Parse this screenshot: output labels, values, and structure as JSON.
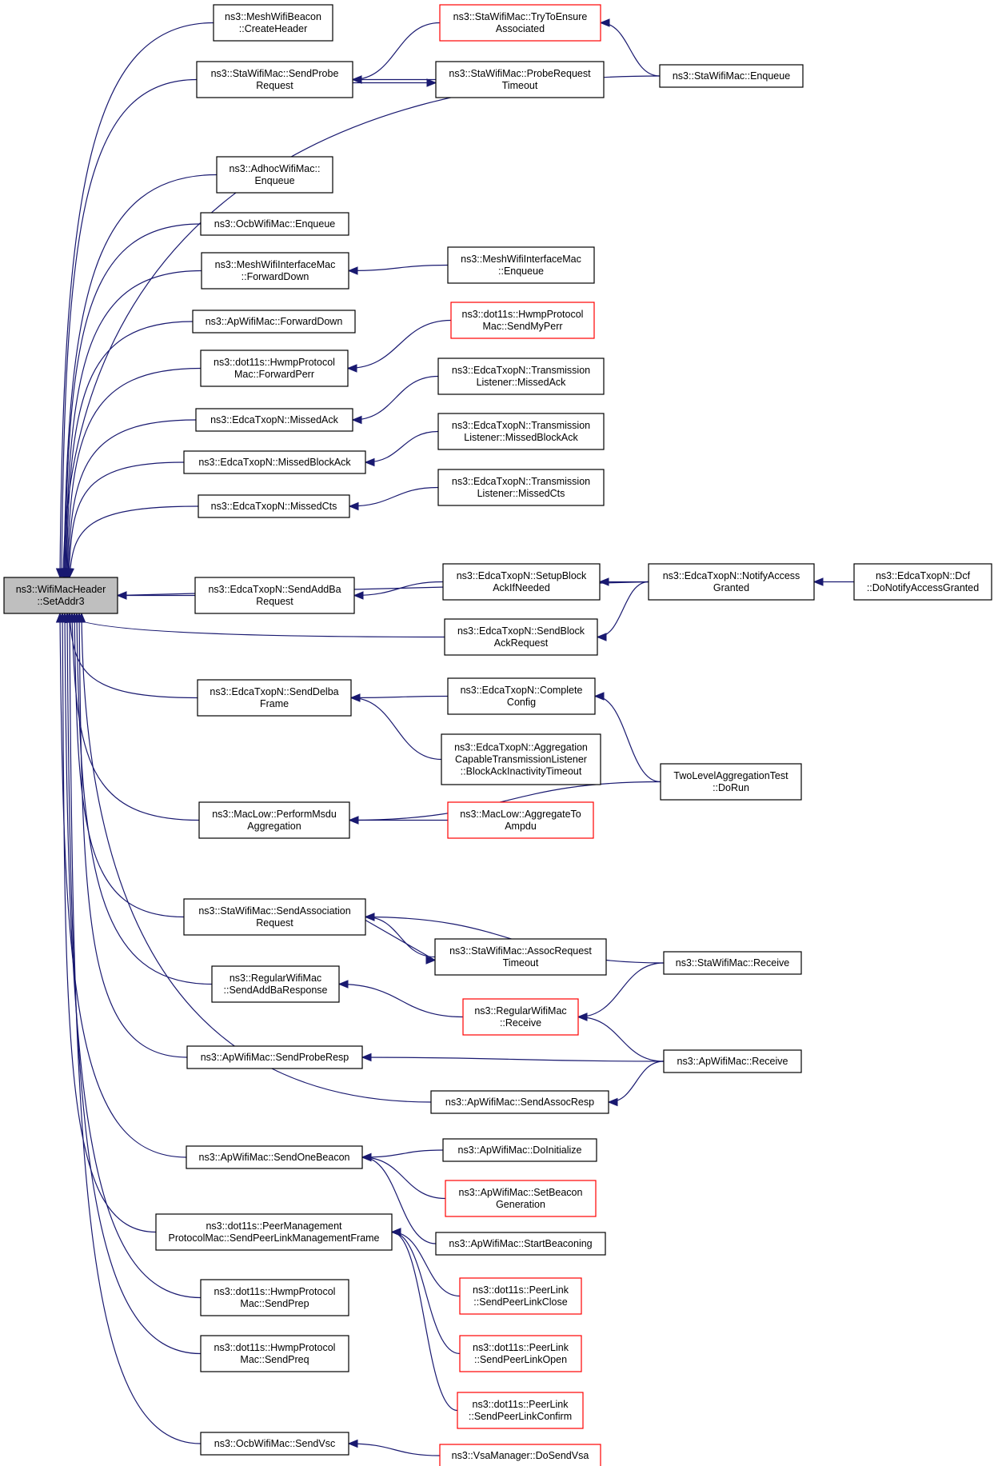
{
  "colors": {
    "edge": "#191970",
    "node_border": "#000000",
    "truncated_border": "#ff0000",
    "root_fill": "#bfbfbf"
  },
  "nodes": {
    "root": {
      "lines": [
        "ns3::WifiMacHeader",
        "::SetAddr3"
      ],
      "style": "root"
    },
    "meshbeacon": {
      "lines": [
        "ns3::MeshWifiBeacon",
        "::CreateHeader"
      ],
      "style": "normal"
    },
    "sendprobe": {
      "lines": [
        "ns3::StaWifiMac::SendProbe",
        "Request"
      ],
      "style": "normal"
    },
    "trytoensure": {
      "lines": [
        "ns3::StaWifiMac::TryToEnsure",
        "Associated"
      ],
      "style": "red"
    },
    "probetimeout": {
      "lines": [
        "ns3::StaWifiMac::ProbeRequest",
        "Timeout"
      ],
      "style": "normal"
    },
    "staenqueue": {
      "lines": [
        "ns3::StaWifiMac::Enqueue"
      ],
      "style": "normal"
    },
    "adhocenqueue": {
      "lines": [
        "ns3::AdhocWifiMac::",
        "Enqueue"
      ],
      "style": "normal"
    },
    "ocbenqueue": {
      "lines": [
        "ns3::OcbWifiMac::Enqueue"
      ],
      "style": "normal"
    },
    "meshfwd": {
      "lines": [
        "ns3::MeshWifiInterfaceMac",
        "::ForwardDown"
      ],
      "style": "normal"
    },
    "meshenqueue": {
      "lines": [
        "ns3::MeshWifiInterfaceMac",
        "::Enqueue"
      ],
      "style": "normal"
    },
    "apfwd": {
      "lines": [
        "ns3::ApWifiMac::ForwardDown"
      ],
      "style": "normal"
    },
    "fwdperr": {
      "lines": [
        "ns3::dot11s::HwmpProtocol",
        "Mac::ForwardPerr"
      ],
      "style": "normal"
    },
    "sendmyperr": {
      "lines": [
        "ns3::dot11s::HwmpProtocol",
        "Mac::SendMyPerr"
      ],
      "style": "red"
    },
    "missedack": {
      "lines": [
        "ns3::EdcaTxopN::MissedAck"
      ],
      "style": "normal"
    },
    "tlmissedack": {
      "lines": [
        "ns3::EdcaTxopN::Transmission",
        "Listener::MissedAck"
      ],
      "style": "normal"
    },
    "missedblockack": {
      "lines": [
        "ns3::EdcaTxopN::MissedBlockAck"
      ],
      "style": "normal"
    },
    "tlmissedblockack": {
      "lines": [
        "ns3::EdcaTxopN::Transmission",
        "Listener::MissedBlockAck"
      ],
      "style": "normal"
    },
    "missedcts": {
      "lines": [
        "ns3::EdcaTxopN::MissedCts"
      ],
      "style": "normal"
    },
    "tlmissedcts": {
      "lines": [
        "ns3::EdcaTxopN::Transmission",
        "Listener::MissedCts"
      ],
      "style": "normal"
    },
    "sendaddba": {
      "lines": [
        "ns3::EdcaTxopN::SendAddBa",
        "Request"
      ],
      "style": "normal"
    },
    "setupblockack": {
      "lines": [
        "ns3::EdcaTxopN::SetupBlock",
        "AckIfNeeded"
      ],
      "style": "normal"
    },
    "notifyaccess": {
      "lines": [
        "ns3::EdcaTxopN::NotifyAccess",
        "Granted"
      ],
      "style": "normal"
    },
    "dcfnotify": {
      "lines": [
        "ns3::EdcaTxopN::Dcf",
        "::DoNotifyAccessGranted"
      ],
      "style": "normal"
    },
    "sendblockackreq": {
      "lines": [
        "ns3::EdcaTxopN::SendBlock",
        "AckRequest"
      ],
      "style": "normal"
    },
    "senddelba": {
      "lines": [
        "ns3::EdcaTxopN::SendDelba",
        "Frame"
      ],
      "style": "normal"
    },
    "completeconfig": {
      "lines": [
        "ns3::EdcaTxopN::Complete",
        "Config"
      ],
      "style": "normal"
    },
    "aggcapable": {
      "lines": [
        "ns3::EdcaTxopN::Aggregation",
        "CapableTransmissionListener",
        "::BlockAckInactivityTimeout"
      ],
      "style": "normal"
    },
    "twolevel": {
      "lines": [
        "TwoLevelAggregationTest",
        "::DoRun"
      ],
      "style": "normal"
    },
    "performmsdu": {
      "lines": [
        "ns3::MacLow::PerformMsdu",
        "Aggregation"
      ],
      "style": "normal"
    },
    "aggregatetoampdu": {
      "lines": [
        "ns3::MacLow::AggregateTo",
        "Ampdu"
      ],
      "style": "red"
    },
    "sendassoc": {
      "lines": [
        "ns3::StaWifiMac::SendAssociation",
        "Request"
      ],
      "style": "normal"
    },
    "assoctimeout": {
      "lines": [
        "ns3::StaWifiMac::AssocRequest",
        "Timeout"
      ],
      "style": "normal"
    },
    "stareceive": {
      "lines": [
        "ns3::StaWifiMac::Receive"
      ],
      "style": "normal"
    },
    "sendaddbaresp": {
      "lines": [
        "ns3::RegularWifiMac",
        "::SendAddBaResponse"
      ],
      "style": "normal"
    },
    "regularreceive": {
      "lines": [
        "ns3::RegularWifiMac",
        "::Receive"
      ],
      "style": "red"
    },
    "sendproberesp": {
      "lines": [
        "ns3::ApWifiMac::SendProbeResp"
      ],
      "style": "normal"
    },
    "apreceive": {
      "lines": [
        "ns3::ApWifiMac::Receive"
      ],
      "style": "normal"
    },
    "sendassocresp": {
      "lines": [
        "ns3::ApWifiMac::SendAssocResp"
      ],
      "style": "normal"
    },
    "sendonebeacon": {
      "lines": [
        "ns3::ApWifiMac::SendOneBeacon"
      ],
      "style": "normal"
    },
    "doinitialize": {
      "lines": [
        "ns3::ApWifiMac::DoInitialize"
      ],
      "style": "normal"
    },
    "setbeacongen": {
      "lines": [
        "ns3::ApWifiMac::SetBeacon",
        "Generation"
      ],
      "style": "red"
    },
    "startbeaconing": {
      "lines": [
        "ns3::ApWifiMac::StartBeaconing"
      ],
      "style": "normal"
    },
    "peermgmt": {
      "lines": [
        "ns3::dot11s::PeerManagement",
        "ProtocolMac::SendPeerLinkManagementFrame"
      ],
      "style": "normal"
    },
    "plclose": {
      "lines": [
        "ns3::dot11s::PeerLink",
        "::SendPeerLinkClose"
      ],
      "style": "red"
    },
    "plopen": {
      "lines": [
        "ns3::dot11s::PeerLink",
        "::SendPeerLinkOpen"
      ],
      "style": "red"
    },
    "plconfirm": {
      "lines": [
        "ns3::dot11s::PeerLink",
        "::SendPeerLinkConfirm"
      ],
      "style": "red"
    },
    "sendprep": {
      "lines": [
        "ns3::dot11s::HwmpProtocol",
        "Mac::SendPrep"
      ],
      "style": "normal"
    },
    "sendpreq": {
      "lines": [
        "ns3::dot11s::HwmpProtocol",
        "Mac::SendPreq"
      ],
      "style": "normal"
    },
    "sendvsc": {
      "lines": [
        "ns3::OcbWifiMac::SendVsc"
      ],
      "style": "normal"
    },
    "dosendvsa": {
      "lines": [
        "ns3::VsaManager::DoSendVsa"
      ],
      "style": "red"
    }
  },
  "edges": [
    {
      "from": "meshbeacon",
      "to": "root"
    },
    {
      "from": "sendprobe",
      "to": "root"
    },
    {
      "from": "staenqueue",
      "to": "root"
    },
    {
      "from": "adhocenqueue",
      "to": "root"
    },
    {
      "from": "ocbenqueue",
      "to": "root"
    },
    {
      "from": "meshfwd",
      "to": "root"
    },
    {
      "from": "apfwd",
      "to": "root"
    },
    {
      "from": "fwdperr",
      "to": "root"
    },
    {
      "from": "missedack",
      "to": "root"
    },
    {
      "from": "missedblockack",
      "to": "root"
    },
    {
      "from": "missedcts",
      "to": "root"
    },
    {
      "from": "notifyaccess",
      "to": "root"
    },
    {
      "from": "sendaddba",
      "to": "root"
    },
    {
      "from": "sendblockackreq",
      "to": "root"
    },
    {
      "from": "senddelba",
      "to": "root"
    },
    {
      "from": "performmsdu",
      "to": "root"
    },
    {
      "from": "sendassoc",
      "to": "root"
    },
    {
      "from": "sendaddbaresp",
      "to": "root"
    },
    {
      "from": "sendproberesp",
      "to": "root"
    },
    {
      "from": "sendassocresp",
      "to": "root"
    },
    {
      "from": "sendonebeacon",
      "to": "root"
    },
    {
      "from": "peermgmt",
      "to": "root"
    },
    {
      "from": "sendprep",
      "to": "root"
    },
    {
      "from": "sendpreq",
      "to": "root"
    },
    {
      "from": "sendvsc",
      "to": "root"
    },
    {
      "from": "trytoensure",
      "to": "sendprobe"
    },
    {
      "from": "probetimeout",
      "to": "sendprobe"
    },
    {
      "from": "sendprobe",
      "to": "probetimeout"
    },
    {
      "from": "staenqueue",
      "to": "trytoensure"
    },
    {
      "from": "meshenqueue",
      "to": "meshfwd"
    },
    {
      "from": "sendmyperr",
      "to": "fwdperr"
    },
    {
      "from": "tlmissedack",
      "to": "missedack"
    },
    {
      "from": "tlmissedblockack",
      "to": "missedblockack"
    },
    {
      "from": "tlmissedcts",
      "to": "missedcts"
    },
    {
      "from": "setupblockack",
      "to": "sendaddba"
    },
    {
      "from": "notifyaccess",
      "to": "setupblockack"
    },
    {
      "from": "notifyaccess",
      "to": "sendblockackreq"
    },
    {
      "from": "dcfnotify",
      "to": "notifyaccess"
    },
    {
      "from": "completeconfig",
      "to": "senddelba"
    },
    {
      "from": "aggcapable",
      "to": "senddelba"
    },
    {
      "from": "twolevel",
      "to": "completeconfig"
    },
    {
      "from": "aggregatetoampdu",
      "to": "performmsdu"
    },
    {
      "from": "twolevel",
      "to": "performmsdu"
    },
    {
      "from": "assoctimeout",
      "to": "sendassoc"
    },
    {
      "from": "sendassoc",
      "to": "assoctimeout"
    },
    {
      "from": "stareceive",
      "to": "sendassoc"
    },
    {
      "from": "regularreceive",
      "to": "sendaddbaresp"
    },
    {
      "from": "stareceive",
      "to": "regularreceive"
    },
    {
      "from": "apreceive",
      "to": "regularreceive"
    },
    {
      "from": "apreceive",
      "to": "sendproberesp"
    },
    {
      "from": "apreceive",
      "to": "sendassocresp"
    },
    {
      "from": "doinitialize",
      "to": "sendonebeacon"
    },
    {
      "from": "setbeacongen",
      "to": "sendonebeacon"
    },
    {
      "from": "startbeaconing",
      "to": "sendonebeacon"
    },
    {
      "from": "plclose",
      "to": "peermgmt"
    },
    {
      "from": "plopen",
      "to": "peermgmt"
    },
    {
      "from": "plconfirm",
      "to": "peermgmt"
    },
    {
      "from": "dosendvsa",
      "to": "sendvsc"
    }
  ]
}
